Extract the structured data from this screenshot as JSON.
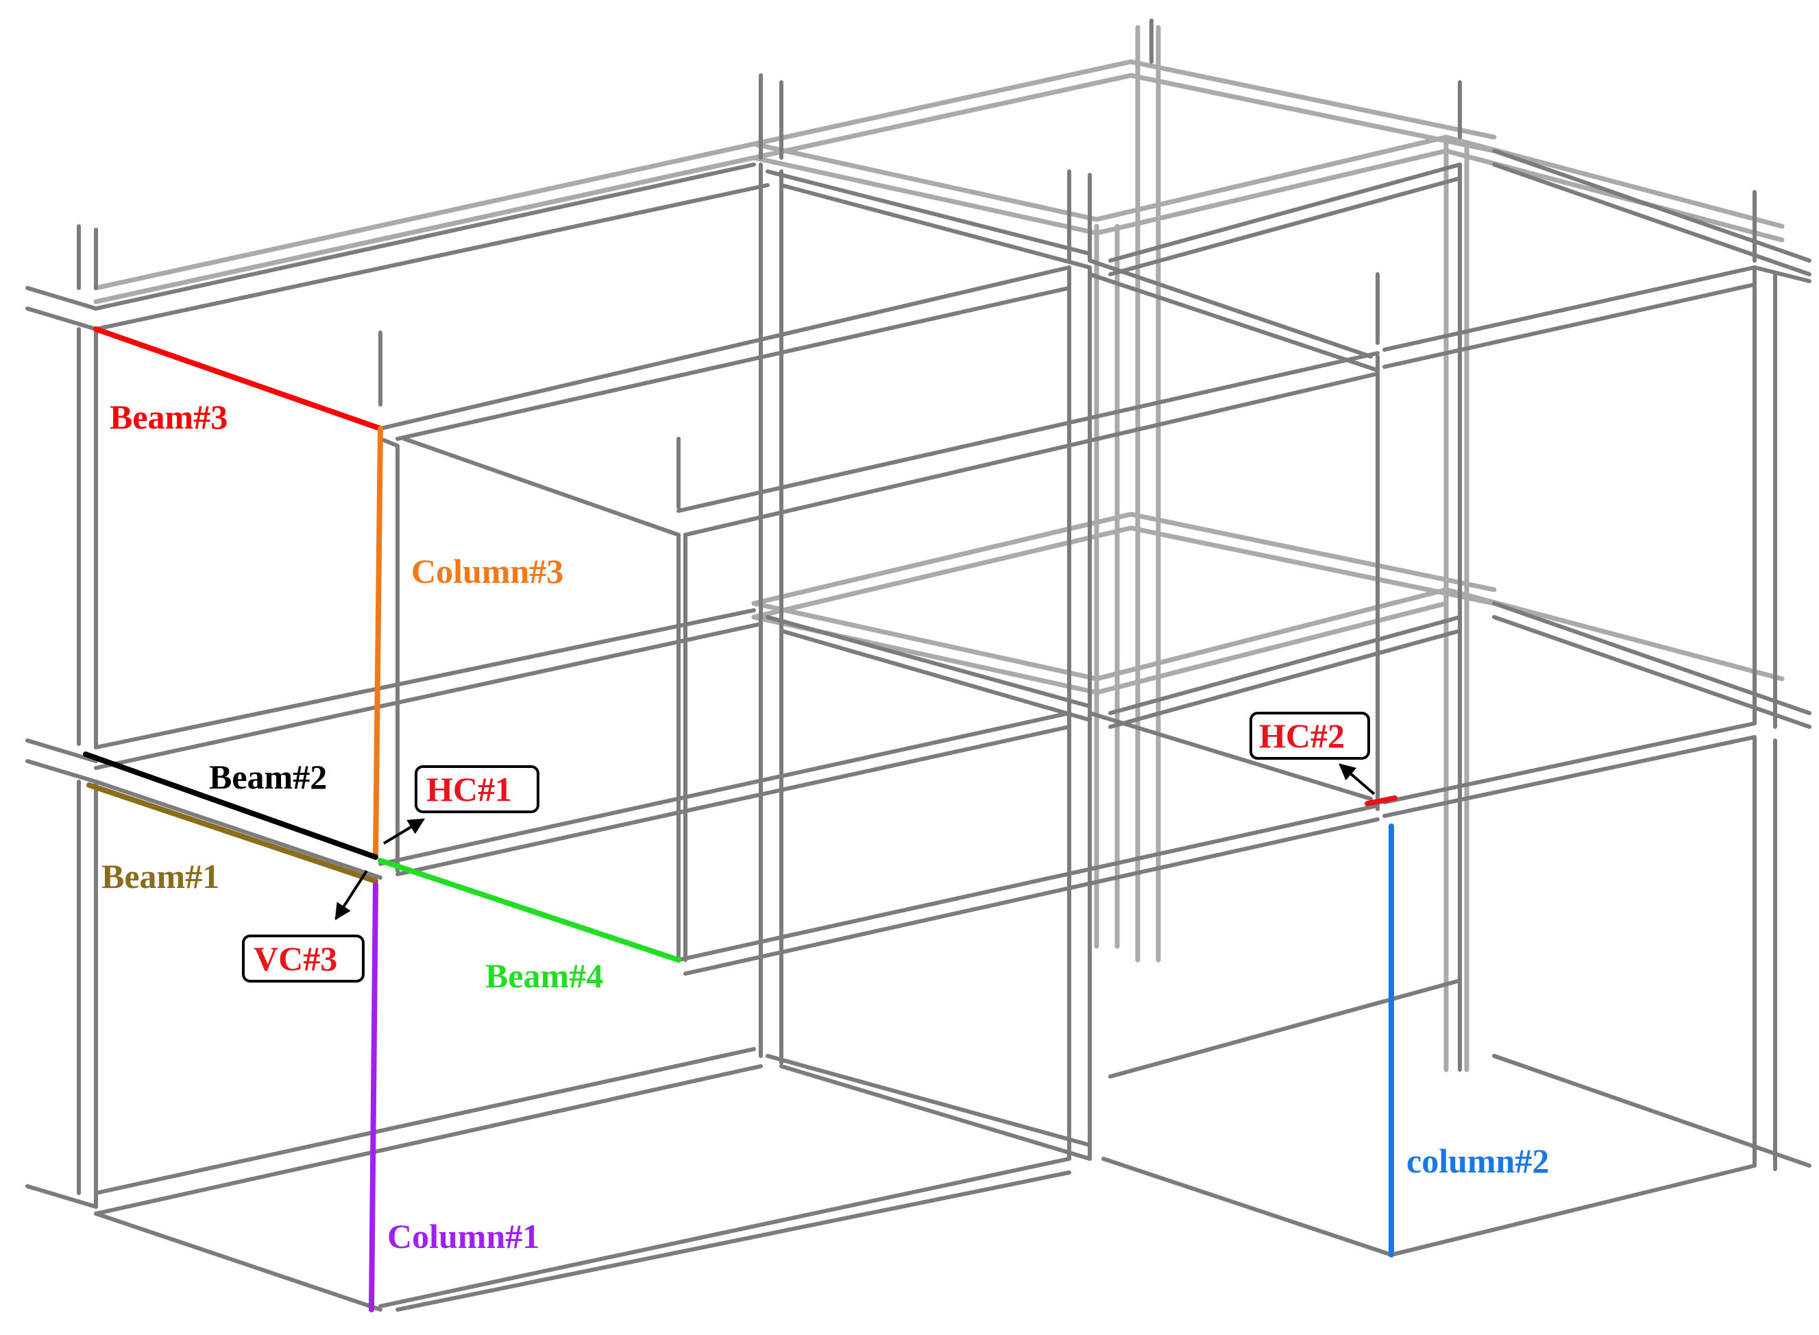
{
  "labels": {
    "beam1": "Beam#1",
    "beam2": "Beam#2",
    "beam3": "Beam#3",
    "beam4": "Beam#4",
    "column1": "Column#1",
    "column2": "column#2",
    "column3": "Column#3",
    "hc1": "HC#1",
    "hc2": "HC#2",
    "vc3": "VC#3"
  },
  "colors": {
    "beam1": "#8a6d1a",
    "beam2": "#000000",
    "beam3": "#ff0000",
    "beam4": "#22dd22",
    "column1": "#a020f0",
    "column2": "#1a78e6",
    "column3": "#f07a1a",
    "connection_tag": "#e8141c",
    "frame": "#7c7c7c"
  }
}
